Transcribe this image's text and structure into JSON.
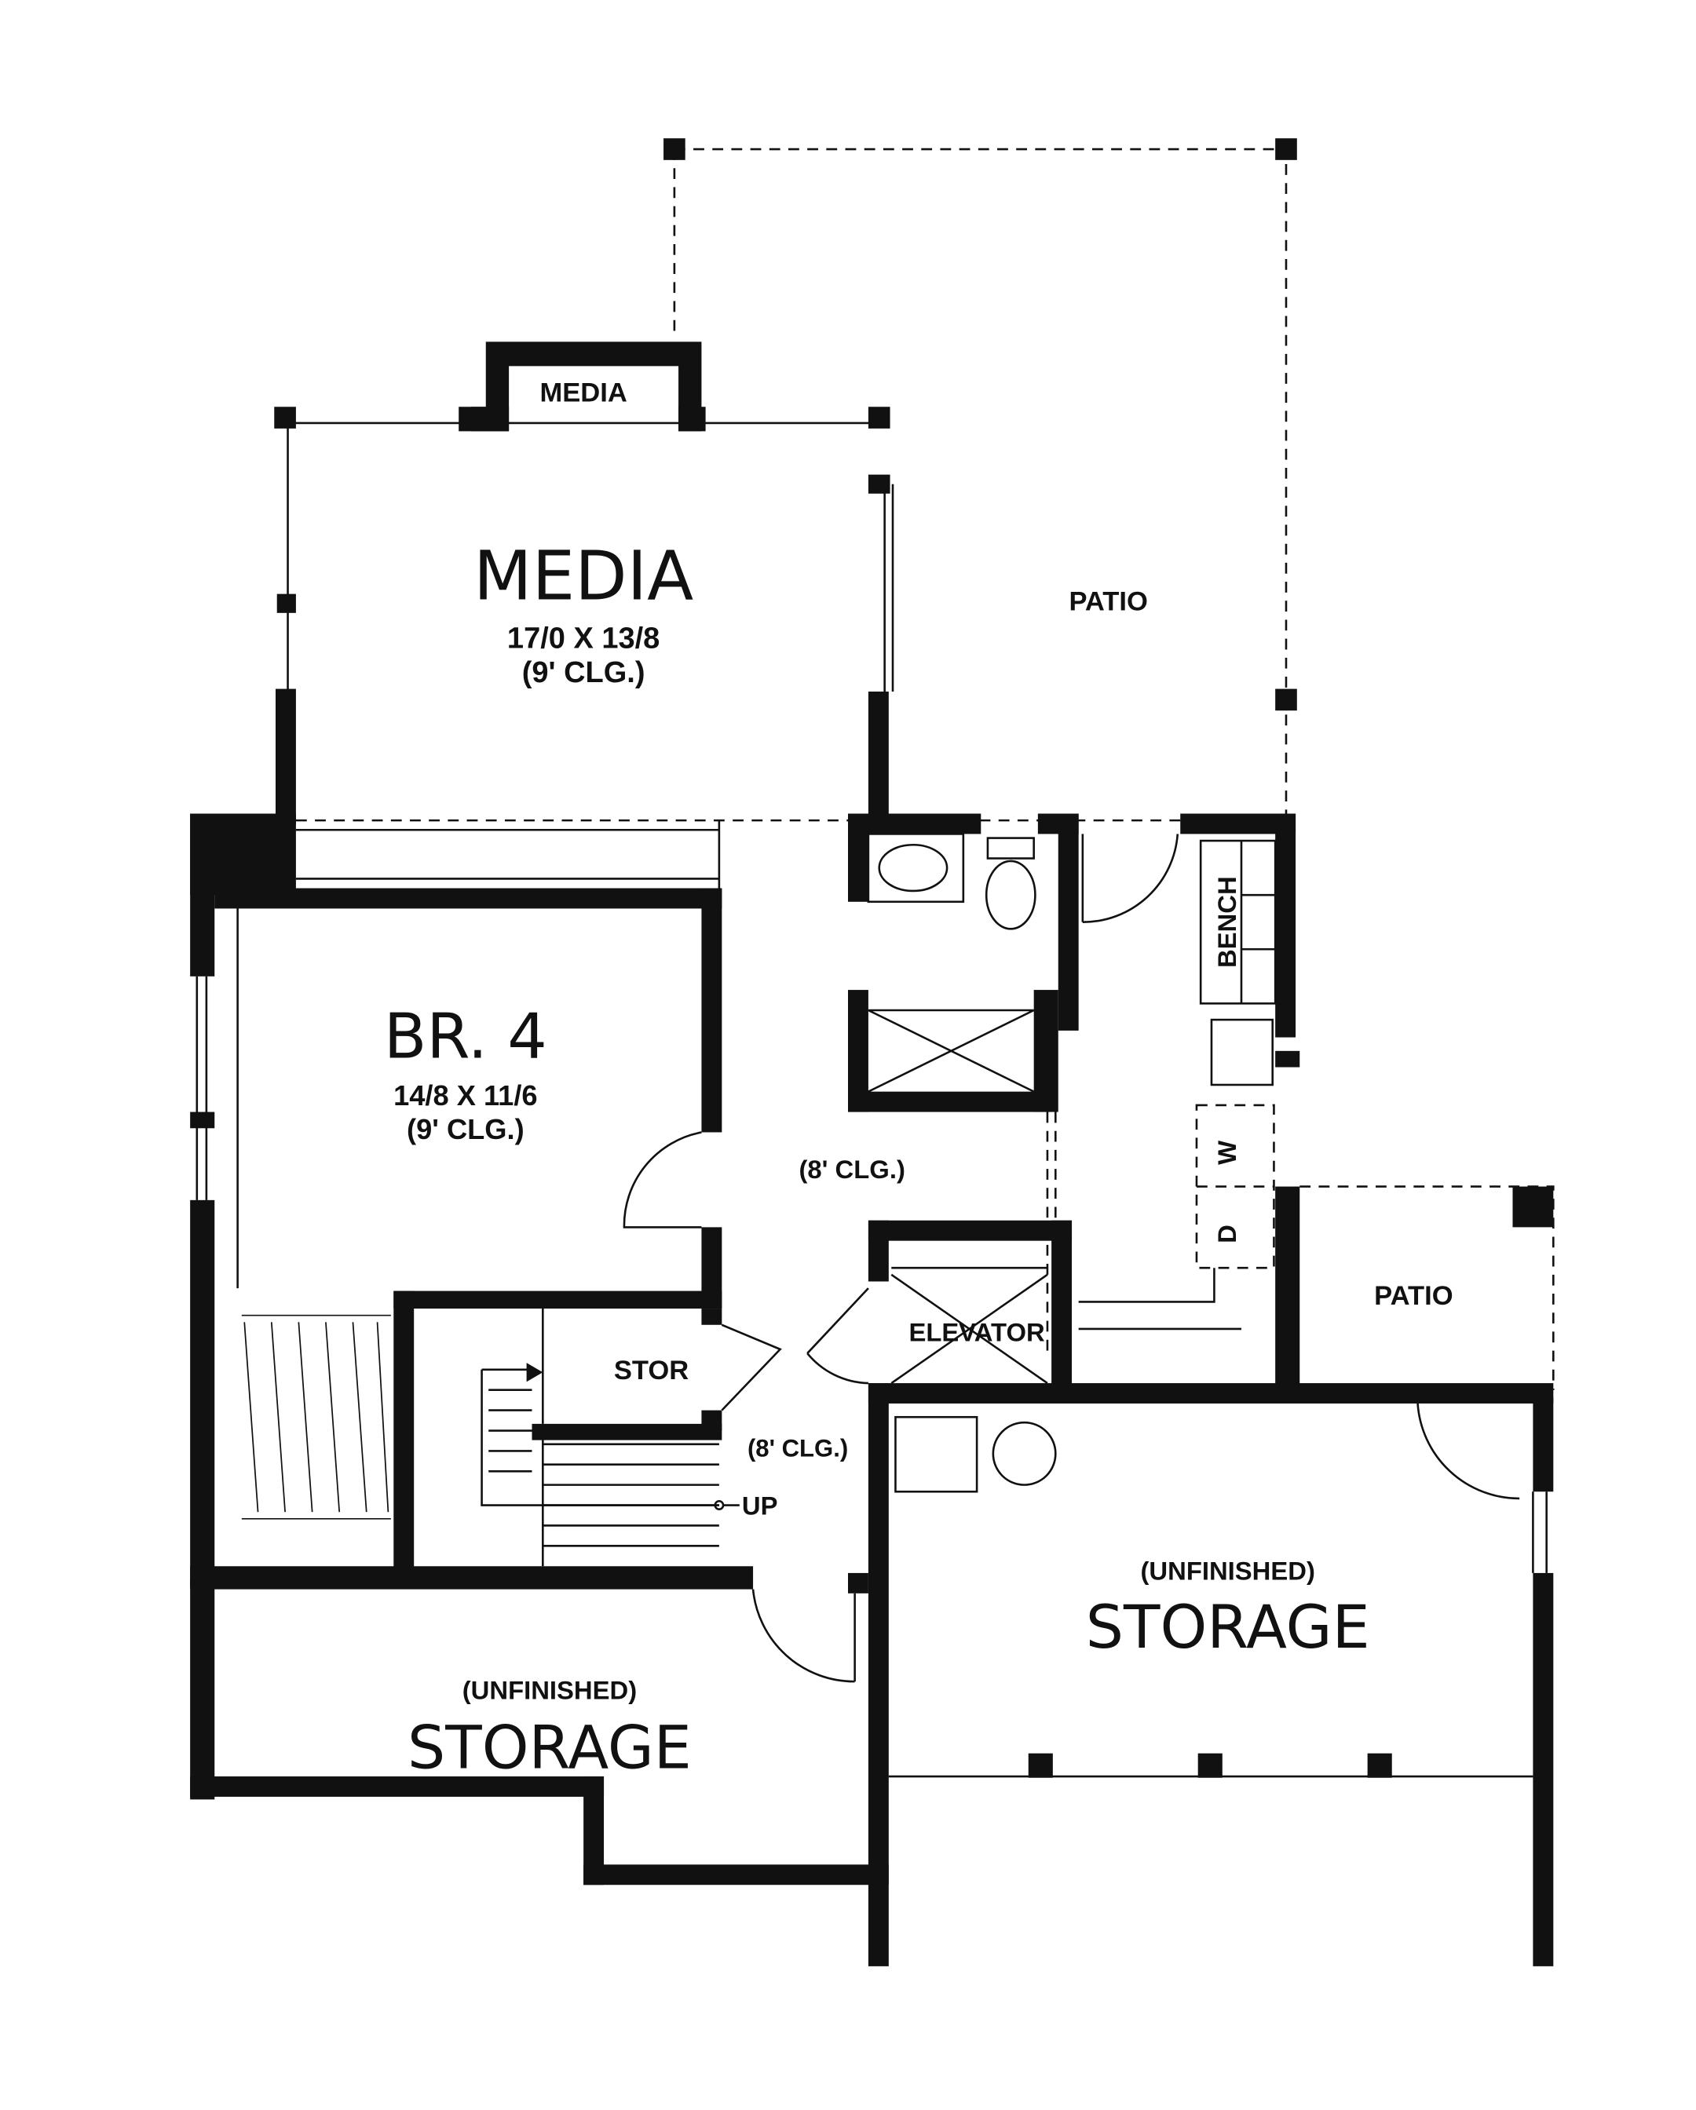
{
  "plan": {
    "media_niche_label": "MEDIA",
    "media": {
      "name": "MEDIA",
      "dims": "17/0 X 13/8",
      "ceiling": "(9' CLG.)"
    },
    "patio_top": "PATIO",
    "br4": {
      "name": "BR. 4",
      "dims": "14/8 X 11/6",
      "ceiling": "(9' CLG.)"
    },
    "hall_ceiling": "(8' CLG.)",
    "bench": "BENCH",
    "washer": "W",
    "dryer": "D",
    "elevator": "ELEVATOR",
    "patio_right": "PATIO",
    "stor": "STOR",
    "stair_ceiling": "(8' CLG.)",
    "up": "UP",
    "storage_right": {
      "note": "(UNFINISHED)",
      "name": "STORAGE"
    },
    "storage_left": {
      "note": "(UNFINISHED)",
      "name": "STORAGE"
    }
  }
}
